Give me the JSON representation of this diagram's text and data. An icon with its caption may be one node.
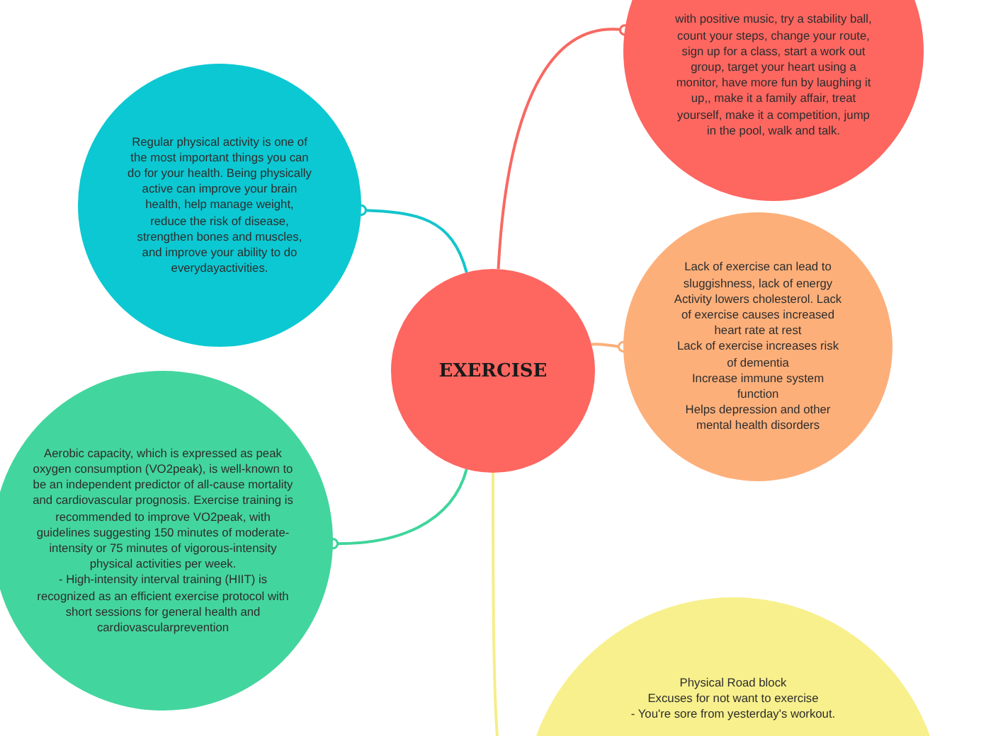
{
  "diagram": {
    "nodes": [
      {
        "text": [
          "EXERCISE"
        ]
      },
      {
        "text": [
          "Regular physical activity is one of the most important things you can do for your health. Being physically active can improve your brain health, help manage weight, reduce the risk of disease, strengthen bones and muscles, and improve your ability to do everydayactivities."
        ]
      },
      {
        "text": [
          "with positive music, try a stability ball, count your steps, change your route, sign up for a class, start a work out group, target your heart using a monitor, have more fun by laughing it up,, make it a family affair, treat yourself, make it a competition, jump in the pool, walk and talk."
        ]
      },
      {
        "text": [
          "Lack of exercise can lead to sluggishness, lack of energy",
          "Activity lowers cholesterol. Lack of exercise causes increased heart rate at rest",
          "Lack of exercise increases risk of dementia",
          "Increase immune system function",
          "Helps depression and other mental health disorders"
        ]
      },
      {
        "text": [
          "Aerobic capacity, which is expressed as peak oxygen consumption (VO2peak), is well-known to be an independent predictor of all-cause mortality and cardiovascular prognosis. Exercise training is recommended to improve VO2peak, with guidelines suggesting 150 minutes of moderate-intensity or 75 minutes of vigorous-intensity physical activities per week.",
          "- High-intensity interval training (HIIT) is recognized as an efficient exercise protocol with short sessions for general health and cardiovascularprevention"
        ]
      },
      {
        "text": [
          "Physical Road block",
          "Excuses for not want to exercise",
          "- You're sore from yesterday's workout."
        ]
      }
    ],
    "edges": [
      {
        "from": 0,
        "to": 1,
        "arrow": "other",
        "color": "#14c5cc"
      },
      {
        "from": 0,
        "to": 2,
        "arrow": "other",
        "color": "#f76962"
      },
      {
        "from": 0,
        "to": 3,
        "arrow": "other",
        "color": "#fbb07a"
      },
      {
        "from": 0,
        "to": 4,
        "arrow": "other",
        "color": "#3fd59b"
      },
      {
        "from": 0,
        "to": 5,
        "arrow": "other",
        "color": "#f5ee8a"
      }
    ]
  }
}
